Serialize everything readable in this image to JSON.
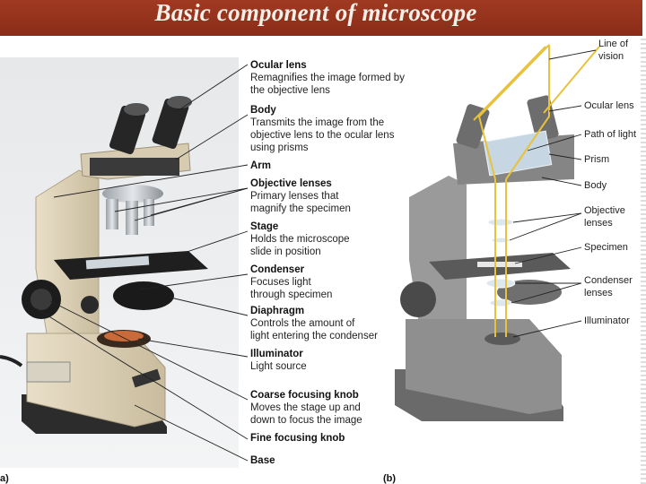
{
  "title": "Basic component of microscope",
  "panel_a": {
    "tag": "a)",
    "labels": [
      {
        "name": "Ocular lens",
        "desc": [
          "Remagnifies the image formed by",
          "the objective lens"
        ]
      },
      {
        "name": "Body",
        "desc": [
          "Transmits the image from the",
          "objective lens to the ocular lens",
          "using prisms"
        ]
      },
      {
        "name": "Arm",
        "desc": []
      },
      {
        "name": "Objective lenses",
        "desc": [
          "Primary lenses that",
          "magnify the specimen"
        ]
      },
      {
        "name": "Stage",
        "desc": [
          "Holds the microscope",
          "slide in position"
        ]
      },
      {
        "name": "Condenser",
        "desc": [
          "Focuses light",
          "through specimen"
        ]
      },
      {
        "name": "Diaphragm",
        "desc": [
          "Controls the amount of",
          "light entering the condenser"
        ]
      },
      {
        "name": "Illuminator",
        "desc": [
          "Light source"
        ]
      },
      {
        "name": "Coarse focusing knob",
        "desc": [
          "Moves the stage up and",
          "down to focus the image"
        ]
      },
      {
        "name": "Fine focusing knob",
        "desc": []
      },
      {
        "name": "Base",
        "desc": []
      }
    ]
  },
  "panel_b": {
    "tag": "(b)",
    "labels": [
      [
        "Line of",
        "vision"
      ],
      [
        "Ocular lens"
      ],
      [
        "Path of light"
      ],
      [
        "Prism"
      ],
      [
        "Body"
      ],
      [
        "Objective",
        "lenses"
      ],
      [
        "Specimen"
      ],
      [
        "Condenser",
        "lenses"
      ],
      [
        "Illuminator"
      ]
    ]
  }
}
